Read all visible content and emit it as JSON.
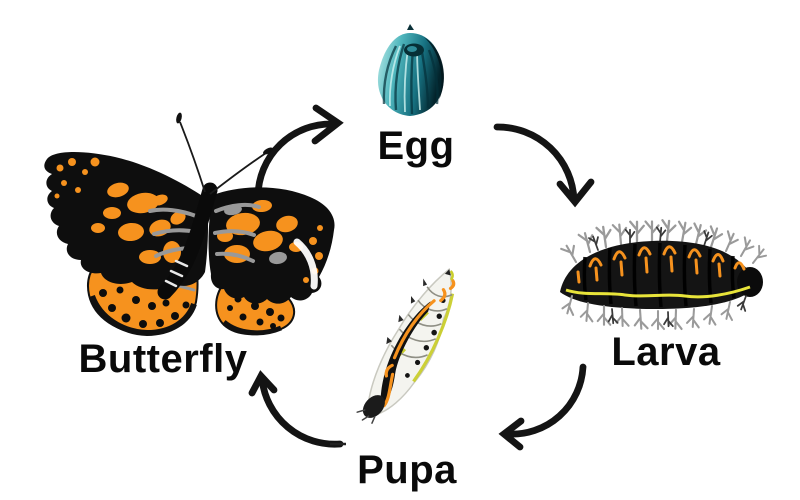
{
  "diagram_type": "life-cycle",
  "stages": [
    {
      "id": "egg",
      "label": "Egg"
    },
    {
      "id": "larva",
      "label": "Larva"
    },
    {
      "id": "pupa",
      "label": "Pupa"
    },
    {
      "id": "butterfly",
      "label": "Butterfly"
    }
  ],
  "cycle_order": [
    "Egg",
    "Larva",
    "Pupa",
    "Butterfly"
  ],
  "arrows": [
    {
      "from": "Butterfly",
      "to": "Egg"
    },
    {
      "from": "Egg",
      "to": "Larva"
    },
    {
      "from": "Larva",
      "to": "Pupa"
    },
    {
      "from": "Pupa",
      "to": "Butterfly"
    }
  ],
  "colors": {
    "background": "#ffffff",
    "text": "#0a0a0a",
    "arrow": "#141414",
    "butterfly_orange": "#F6921E",
    "butterfly_gray": "#999999",
    "egg_teal_light": "#9FE2E2",
    "egg_teal_dark": "#0B4550",
    "larva_yellow": "#E8E43A",
    "pupa_chartreuse": "#C9CE2C",
    "pupa_body": "#F4F4EF"
  }
}
